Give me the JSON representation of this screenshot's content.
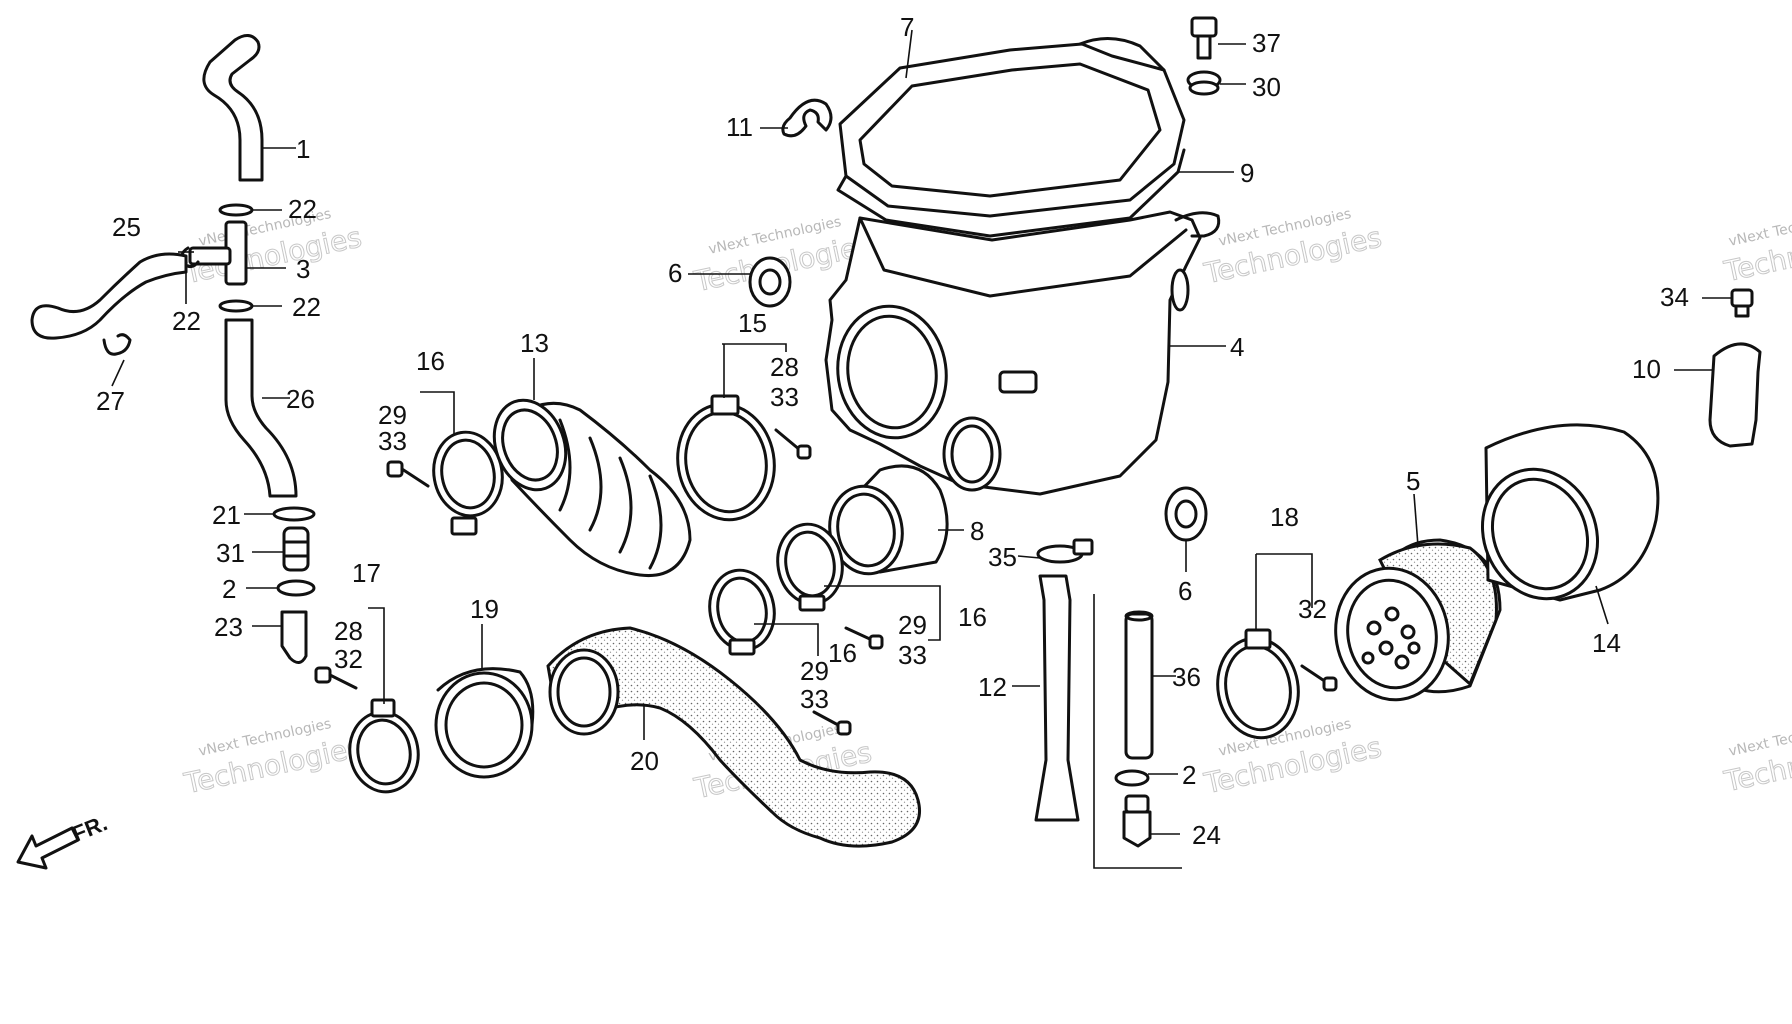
{
  "diagram": {
    "callouts": [
      {
        "id": "1",
        "text": "1"
      },
      {
        "id": "22a",
        "text": "22"
      },
      {
        "id": "3",
        "text": "3"
      },
      {
        "id": "25",
        "text": "25"
      },
      {
        "id": "22b",
        "text": "22"
      },
      {
        "id": "22c",
        "text": "22"
      },
      {
        "id": "27",
        "text": "27"
      },
      {
        "id": "26",
        "text": "26"
      },
      {
        "id": "21",
        "text": "21"
      },
      {
        "id": "31",
        "text": "31"
      },
      {
        "id": "2a",
        "text": "2"
      },
      {
        "id": "23",
        "text": "23"
      },
      {
        "id": "17",
        "text": "17"
      },
      {
        "id": "28a",
        "text": "28"
      },
      {
        "id": "32a",
        "text": "32"
      },
      {
        "id": "19",
        "text": "19"
      },
      {
        "id": "20",
        "text": "20"
      },
      {
        "id": "16a",
        "text": "16"
      },
      {
        "id": "29a",
        "text": "29"
      },
      {
        "id": "33a",
        "text": "33"
      },
      {
        "id": "13",
        "text": "13"
      },
      {
        "id": "15",
        "text": "15"
      },
      {
        "id": "28b",
        "text": "28"
      },
      {
        "id": "33b",
        "text": "33"
      },
      {
        "id": "6a",
        "text": "6"
      },
      {
        "id": "11",
        "text": "11"
      },
      {
        "id": "7",
        "text": "7"
      },
      {
        "id": "9",
        "text": "9"
      },
      {
        "id": "4",
        "text": "4"
      },
      {
        "id": "37",
        "text": "37"
      },
      {
        "id": "30",
        "text": "30"
      },
      {
        "id": "8",
        "text": "8"
      },
      {
        "id": "16b",
        "text": "16"
      },
      {
        "id": "29b",
        "text": "29"
      },
      {
        "id": "33c",
        "text": "33"
      },
      {
        "id": "16c",
        "text": "16"
      },
      {
        "id": "29c",
        "text": "29"
      },
      {
        "id": "33d",
        "text": "33"
      },
      {
        "id": "35",
        "text": "35"
      },
      {
        "id": "12",
        "text": "12"
      },
      {
        "id": "36",
        "text": "36"
      },
      {
        "id": "2b",
        "text": "2"
      },
      {
        "id": "24",
        "text": "24"
      },
      {
        "id": "6b",
        "text": "6"
      },
      {
        "id": "18",
        "text": "18"
      },
      {
        "id": "32b",
        "text": "32"
      },
      {
        "id": "5",
        "text": "5"
      },
      {
        "id": "14",
        "text": "14"
      },
      {
        "id": "34",
        "text": "34"
      },
      {
        "id": "10",
        "text": "10"
      }
    ],
    "front_arrow_label": "FR.",
    "watermark": {
      "line1": "vNext Technologies",
      "line2": "Technologies",
      "line2_partial": "Techno"
    },
    "colors": {
      "ink": "#111111",
      "watermark": "#c0c0c0",
      "background": "#ffffff"
    }
  }
}
